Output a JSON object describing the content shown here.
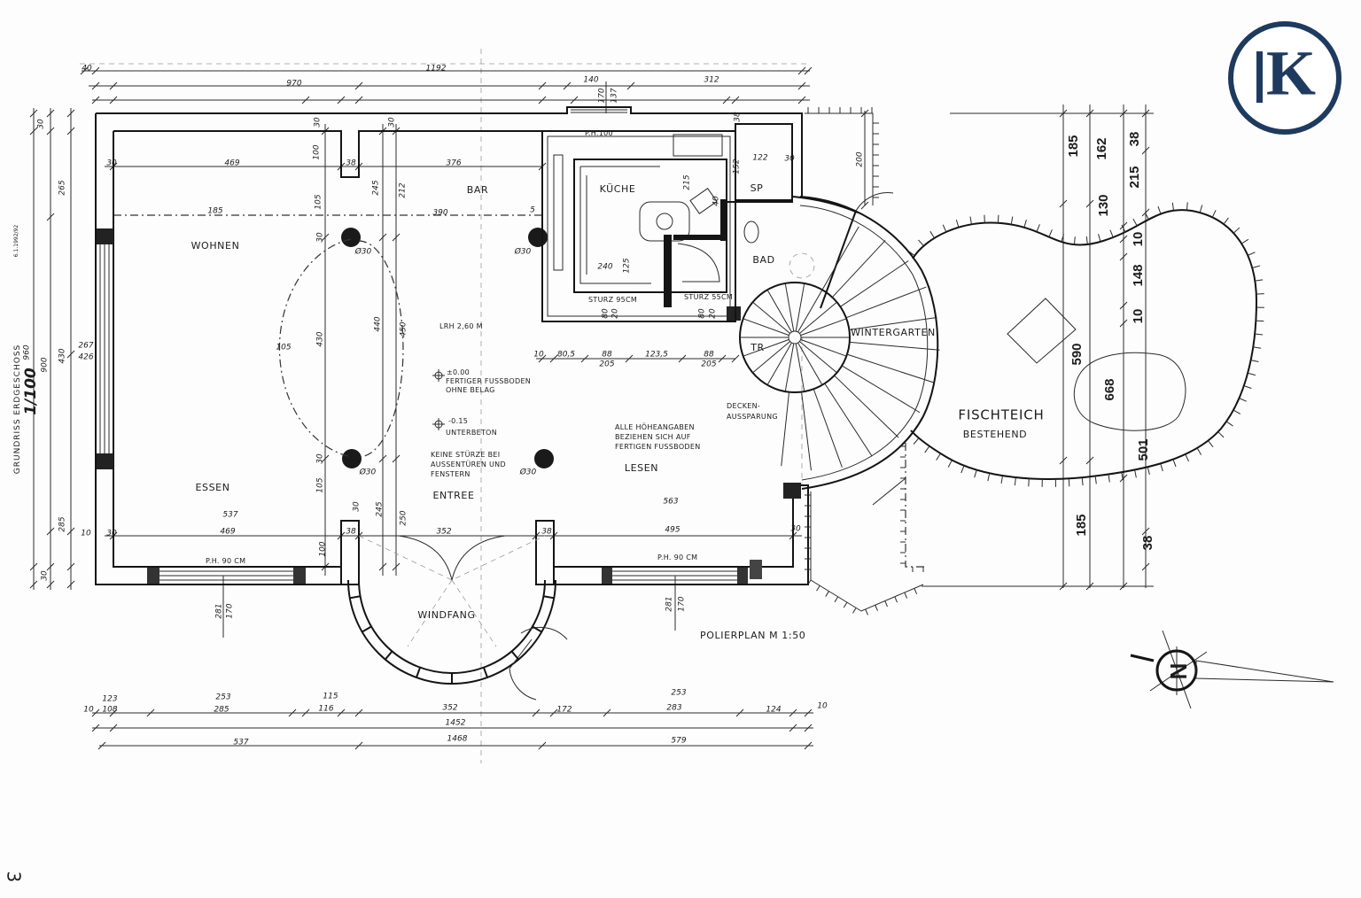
{
  "title": {
    "plan_label": "POLIERPLAN  M 1:50",
    "sheet_title": "GRUNDRISS ERDGESCHOSS",
    "scale": "1/100",
    "date": "6.1.1992/92",
    "page_number": "3"
  },
  "logo": {
    "letter": "K",
    "color": "#1e3a5f"
  },
  "compass": {
    "north": "N"
  },
  "rooms": {
    "wohnen": "WOHNEN",
    "essen": "ESSEN",
    "bar": "BAR",
    "kueche": "KÜCHE",
    "sp": "SP",
    "bad": "BAD",
    "tr": "TR",
    "wintergarten": "WINTERGARTEN",
    "lesen": "LESEN",
    "entree": "ENTREE",
    "windfang": "WINDFANG",
    "fischteich": "FISCHTEICH",
    "bestehend": "BESTEHEND"
  },
  "notes": {
    "lrh": "LRH 2,60 M",
    "level_zero": "±0.00",
    "level_zero_line1": "FERTIGER FUSSBODEN",
    "level_zero_line2": "OHNE BELAG",
    "level_minus": "-0.15",
    "level_minus_line1": "UNTERBETON",
    "stuerze_line1": "KEINE STÜRZE BEI",
    "stuerze_line2": "AUSSENTÜREN UND",
    "stuerze_line3": "FENSTERN",
    "hoehe_line1": "ALLE HÖHEANGABEN",
    "hoehe_line2": "BEZIEHEN SICH AUF",
    "hoehe_line3": "FERTIGEN FUSSBODEN",
    "decken_line1": "DECKEN-",
    "decken_line2": "AUSSPARUNG",
    "sturz_left": "STURZ 95CM",
    "sturz_right": "STURZ 55CM",
    "ph_left": "P.H. 90 CM",
    "ph_right": "P.H. 90 CM",
    "ph_kitchen": "P.H.100"
  },
  "dims": [
    "40",
    "1192",
    "970",
    "140",
    "312",
    "137",
    "170",
    "30",
    "30",
    "38",
    "30",
    "265",
    "900",
    "960",
    "430",
    "267",
    "426",
    "285",
    "30",
    "10",
    "30",
    "469",
    "100",
    "38",
    "376",
    "212",
    "245",
    "105",
    "185",
    "390",
    "5",
    "30",
    "Ø30",
    "Ø30",
    "105",
    "430",
    "440",
    "450",
    "30",
    "Ø30",
    "Ø30",
    "105",
    "245",
    "250",
    "30",
    "537",
    "469",
    "30",
    "38",
    "352",
    "38",
    "495",
    "30",
    "563",
    "100",
    "281",
    "170",
    "281",
    "170",
    "10",
    "123",
    "108",
    "253",
    "285",
    "115",
    "116",
    "352",
    "172",
    "253",
    "283",
    "124",
    "10",
    "1452",
    "1468",
    "537",
    "579",
    "215",
    "40",
    "152",
    "122",
    "30",
    "240",
    "125",
    "80",
    "20",
    "80",
    "20",
    "10",
    "80,5",
    "88",
    "205",
    "123,5",
    "88",
    "205",
    "200",
    "185",
    "162",
    "38",
    "215",
    "130",
    "10",
    "148",
    "10",
    "590",
    "668",
    "501",
    "185",
    "38"
  ]
}
